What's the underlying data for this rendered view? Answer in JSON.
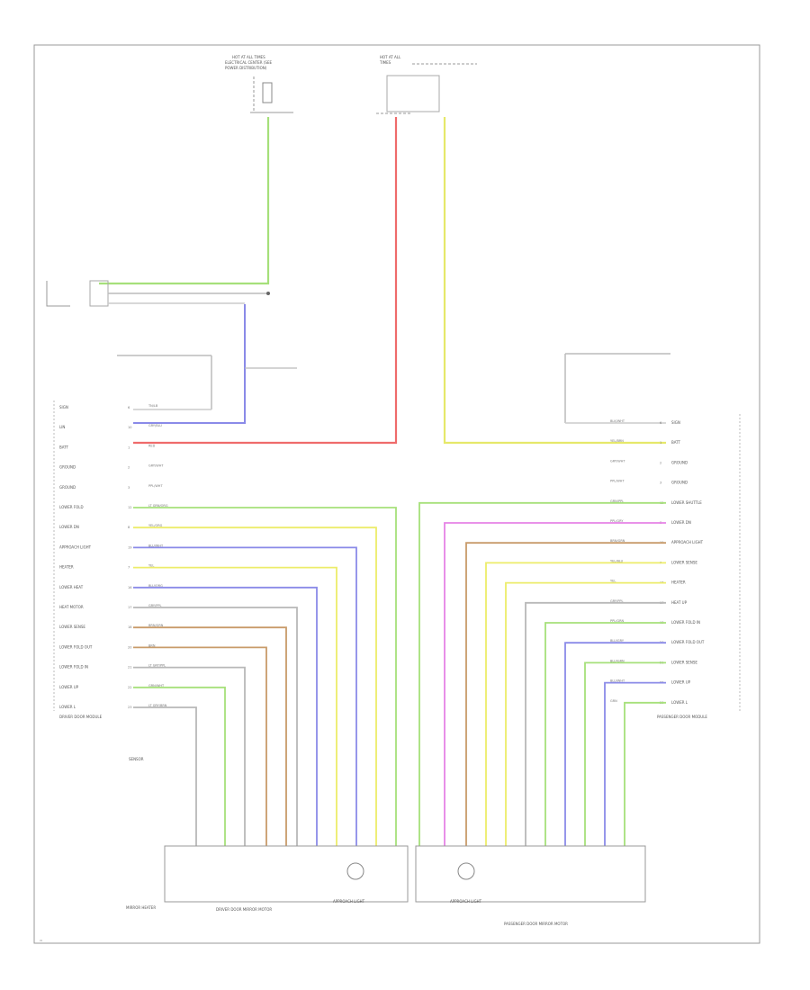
{
  "diagram": {
    "top_left_header": [
      "HOT AT ALL TIMES",
      "ELECTRICAL CENTER (SEE",
      "POWER DISTRIBUTION)"
    ],
    "top_mid_header": [
      "HOT AT ALL",
      "TIMES"
    ],
    "driver_module": {
      "title": "DRIVER DOOR MODULE",
      "pins": [
        {
          "label": "SIGN",
          "num": "6",
          "wire": "TN/LB"
        },
        {
          "label": "LIN",
          "num": "10",
          "wire": "GRY/BLU"
        },
        {
          "label": "BATT",
          "num": "1",
          "wire": "RED"
        },
        {
          "label": "GROUND",
          "num": "2",
          "wire": "GRY/WHT"
        },
        {
          "label": "GROUND",
          "num": "3",
          "wire": "PPL/WHT"
        },
        {
          "label": "LOWER FOLD",
          "num": "12",
          "wire": "LT GRN/ORG"
        },
        {
          "label": "LOWER DN",
          "num": "8",
          "wire": "YEL/ORG"
        },
        {
          "label": "APPROACH LIGHT",
          "num": "19",
          "wire": "BLU/WHT"
        },
        {
          "label": "HEATER",
          "num": "7",
          "wire": "YEL"
        },
        {
          "label": "LOWER HEAT",
          "num": "16",
          "wire": "BLU/ORG"
        },
        {
          "label": "HEAT MOTOR",
          "num": "17",
          "wire": "GRY/PPL"
        },
        {
          "label": "LOWER SENSE",
          "num": "18",
          "wire": "BRN/GRN"
        },
        {
          "label": "LOWER FOLD OUT",
          "num": "20",
          "wire": "BRN"
        },
        {
          "label": "LOWER FOLD IN",
          "num": "21",
          "wire": "LT GRY/PPL"
        },
        {
          "label": "LOWER UP",
          "num": "22",
          "wire": "GRN/WHT"
        },
        {
          "label": "LOWER L",
          "num": "23",
          "wire": "LT GRY/BRN"
        }
      ]
    },
    "passenger_module": {
      "title": "PASSENGER DOOR MODULE",
      "pins": [
        {
          "label": "SIGN",
          "num": "6",
          "wire": "BLK/WHT"
        },
        {
          "label": "BATT",
          "num": "1",
          "wire": "YEL/BRN"
        },
        {
          "label": "GROUND",
          "num": "2",
          "wire": "GRY/WHT"
        },
        {
          "label": "GROUND",
          "num": "3",
          "wire": "PPL/WHT"
        },
        {
          "label": "LOWER SHUTTLE",
          "num": "12",
          "wire": "GRN/PPL"
        },
        {
          "label": "LOWER DN",
          "num": "8",
          "wire": "PPL/GRY"
        },
        {
          "label": "APPROACH LIGHT",
          "num": "19",
          "wire": "BRN/GRN"
        },
        {
          "label": "LOWER SENSE",
          "num": "7",
          "wire": "YEL/BLU"
        },
        {
          "label": "HEATER",
          "num": "16",
          "wire": "YEL"
        },
        {
          "label": "HEAT UP",
          "num": "17",
          "wire": "GRY/PPL"
        },
        {
          "label": "LOWER FOLD IN",
          "num": "18",
          "wire": "PPL/GRN"
        },
        {
          "label": "LOWER FOLD OUT",
          "num": "20",
          "wire": "BLU/GRY"
        },
        {
          "label": "LOWER SENSE",
          "num": "21",
          "wire": "BLU/GRN"
        },
        {
          "label": "LOWER UP",
          "num": "22",
          "wire": "BLU/WHT"
        },
        {
          "label": "LOWER L",
          "num": "23",
          "wire": "GRN"
        }
      ]
    },
    "bottom_labels": {
      "left_group": "DRIVER DOOR MIRROR MOTOR",
      "right_group": "PASSENGER DOOR MIRROR MOTOR",
      "left_sub": "MIRROR HEATER",
      "approach_light": "APPROACH LIGHT",
      "sensor": "SENSOR"
    },
    "wire_colors": {
      "red": "#ef6b6b",
      "yellow": "#ecec6a",
      "green": "#a6e07a",
      "blue": "#8a8ae8",
      "orange": "#f2b05e",
      "magenta": "#e683e6",
      "brown": "#c89b6a",
      "grey": "#b8b8b8",
      "lime": "#c9e86a",
      "border": "#999999"
    }
  }
}
